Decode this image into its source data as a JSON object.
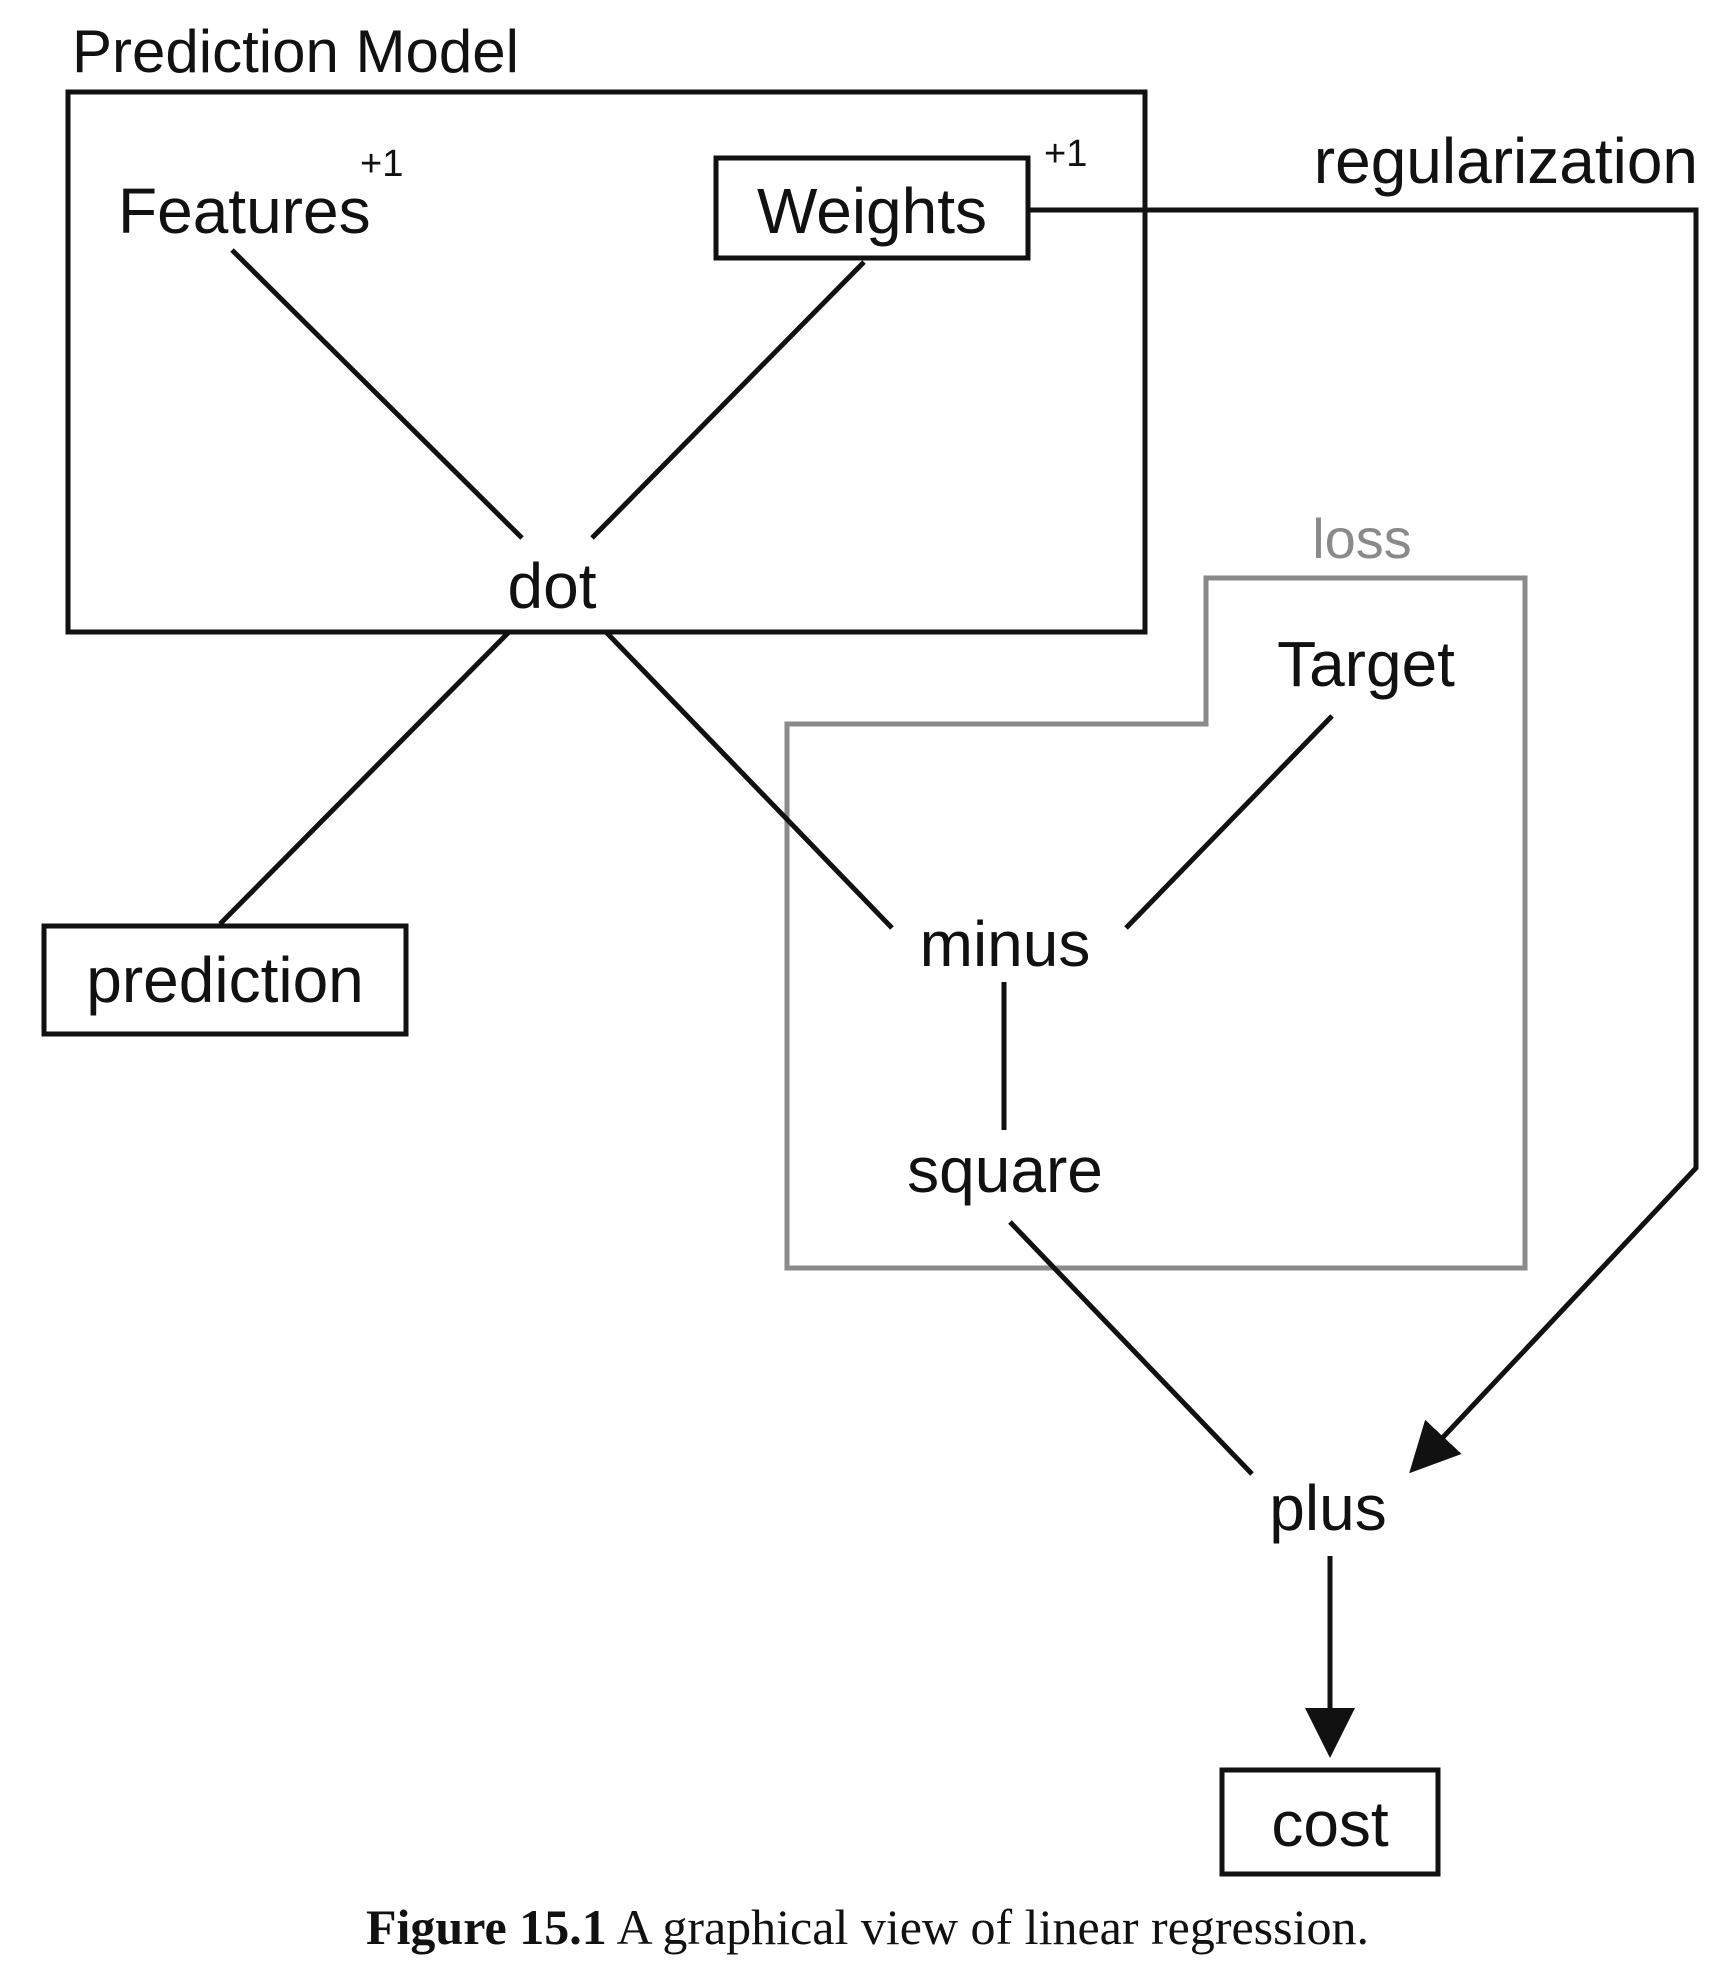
{
  "diagram": {
    "group_title": "Prediction Model",
    "loss_label": "loss",
    "loss_color": "#8a8a8a",
    "line_color": "#111111",
    "nodes": {
      "features": "Features",
      "features_sup": "+1",
      "weights": "Weights",
      "weights_sup": "+1",
      "dot": "dot",
      "prediction": "prediction",
      "target": "Target",
      "minus": "minus",
      "square": "square",
      "plus": "plus",
      "cost": "cost"
    },
    "edge_labels": {
      "regularization": "regularization"
    }
  },
  "caption": {
    "number": "Figure 15.1",
    "text": " A graphical view of linear regression."
  }
}
